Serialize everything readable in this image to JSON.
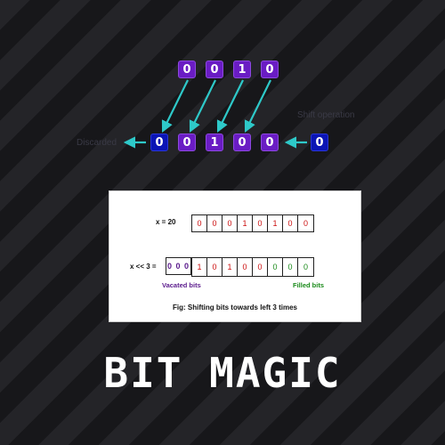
{
  "shift_diagram": {
    "top_bits": [
      "0",
      "0",
      "1",
      "0"
    ],
    "result_bits": [
      "0",
      "0",
      "1",
      "0",
      "0"
    ],
    "incoming_bit": "0",
    "left_label": "Discarded",
    "right_label": "Shift operation",
    "colors": {
      "purple": "#6a1cc4",
      "blue": "#0b15b5",
      "arrow": "#2ec9c9"
    }
  },
  "figure": {
    "row1_label": "x = 20",
    "row1_bits": [
      "0",
      "0",
      "0",
      "1",
      "0",
      "1",
      "0",
      "0"
    ],
    "row2_label": "x << 3 =",
    "vacated_bits": "0 0 0",
    "row2_bits": [
      "1",
      "0",
      "1",
      "0",
      "0",
      "0",
      "0",
      "0"
    ],
    "row2_filled_from": 5,
    "vacated_label": "Vacated bits",
    "filled_label": "Filled bits",
    "caption": "Fig: Shifting bits towards left 3 times",
    "colors": {
      "bit_red": "#cc1111",
      "bit_green": "#1a8a1a",
      "vacated": "#5a1a8c"
    }
  },
  "title": "BIT MAGIC"
}
